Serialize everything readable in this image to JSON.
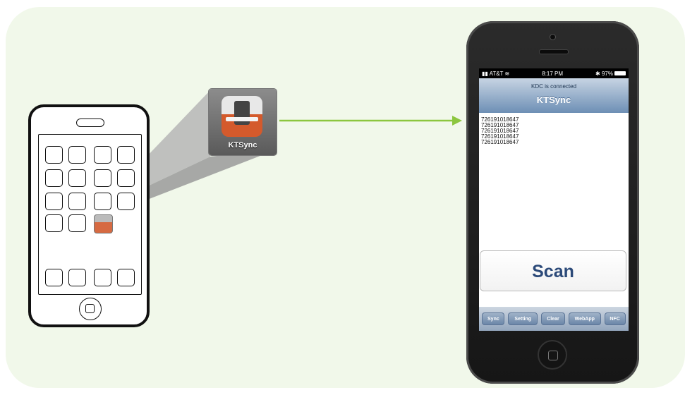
{
  "app_icon": {
    "name": "KTSync",
    "icon": "ktsync-app-icon"
  },
  "phone": {
    "status": {
      "carrier": "AT&T",
      "time": "8:17 PM",
      "battery": "97%"
    },
    "nav": {
      "subtitle": "KDC is connected",
      "title": "KTSync"
    },
    "scans": [
      "726191018647",
      "726191018647",
      "726191018647",
      "726191018647",
      "726191018647"
    ],
    "scan_button": "Scan",
    "toolbar": [
      "Sync",
      "Setting",
      "Clear",
      "WebApp",
      "NFC"
    ]
  },
  "colors": {
    "panel": "#f1f8ea",
    "arrow": "#8cc63f",
    "nav_blue": "#6d8fb5",
    "scan_text": "#2c4a79"
  }
}
